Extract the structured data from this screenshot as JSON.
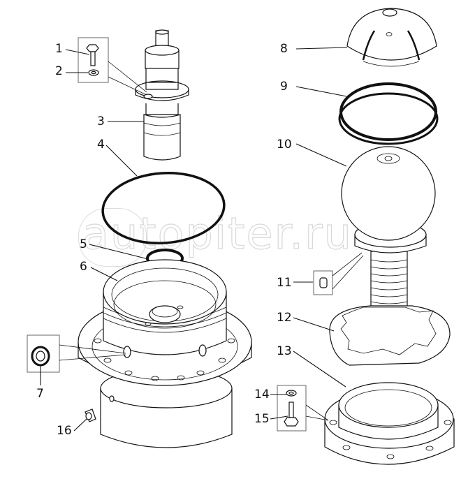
{
  "diagram": {
    "type": "exploded-parts-view",
    "watermark": "autopiter.ru",
    "callouts": [
      {
        "id": "1",
        "label": "1",
        "part": "bolt"
      },
      {
        "id": "2",
        "label": "2",
        "part": "washer"
      },
      {
        "id": "3",
        "label": "3",
        "part": "shaft"
      },
      {
        "id": "4",
        "label": "4",
        "part": "o-ring large"
      },
      {
        "id": "5",
        "label": "5",
        "part": "seal ring"
      },
      {
        "id": "6",
        "label": "6",
        "part": "housing"
      },
      {
        "id": "7",
        "label": "7",
        "part": "bearing"
      },
      {
        "id": "8",
        "label": "8",
        "part": "dome cap"
      },
      {
        "id": "9",
        "label": "9",
        "part": "retaining ring"
      },
      {
        "id": "10",
        "label": "10",
        "part": "ball joint"
      },
      {
        "id": "11",
        "label": "11",
        "part": "pin"
      },
      {
        "id": "12",
        "label": "12",
        "part": "star plate"
      },
      {
        "id": "13",
        "label": "13",
        "part": "flange"
      },
      {
        "id": "14",
        "label": "14",
        "part": "washer"
      },
      {
        "id": "15",
        "label": "15",
        "part": "bolt"
      },
      {
        "id": "16",
        "label": "16",
        "part": "plug"
      }
    ]
  }
}
